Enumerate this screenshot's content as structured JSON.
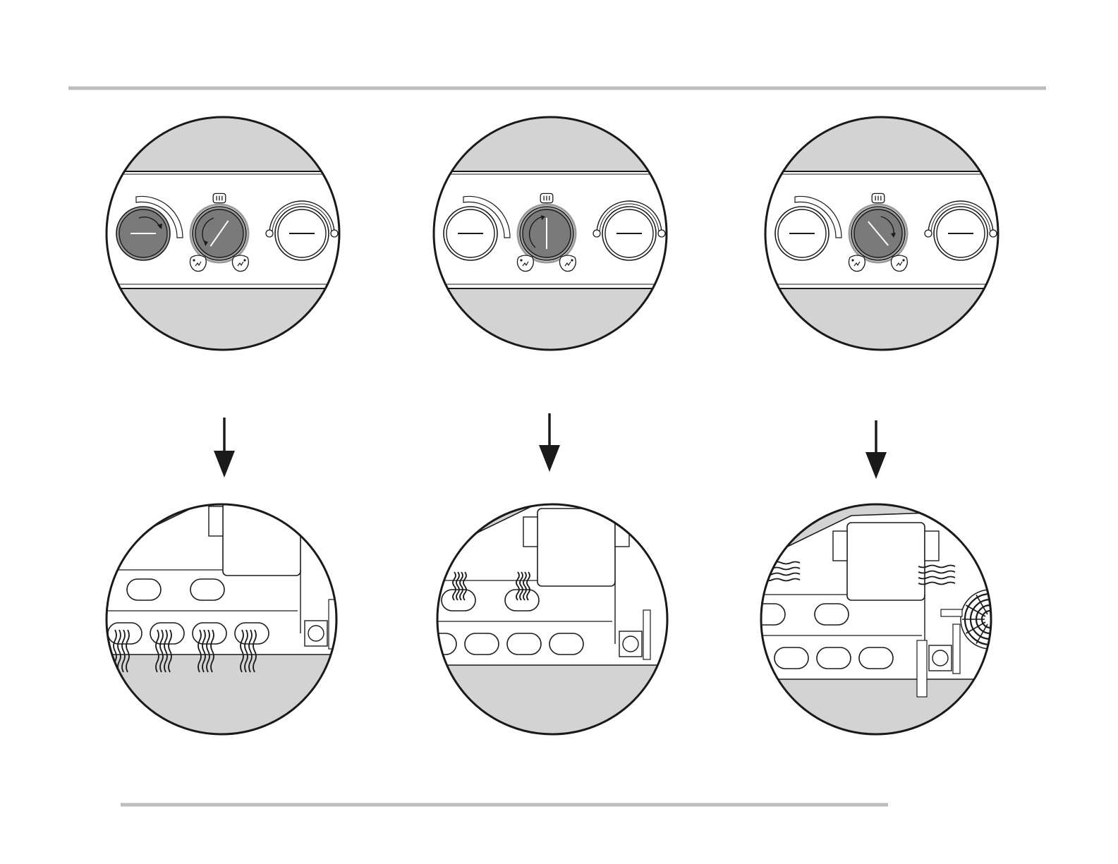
{
  "figure": {
    "panels": [
      {
        "id": "panel-1",
        "control": {
          "left_knob": "active",
          "selector": "active",
          "selector_pointer_deg": 35,
          "right_knob": "off"
        },
        "result": {
          "view": "oven-base-element-heat",
          "lower_vent_heat": 4,
          "upper_vent_heat": 0,
          "fan": false
        }
      },
      {
        "id": "panel-2",
        "control": {
          "left_knob": "off",
          "selector": "active",
          "selector_pointer_deg": 0,
          "right_knob": "off"
        },
        "result": {
          "view": "oven-top-element-heat",
          "lower_vent_heat": 0,
          "upper_vent_heat": 2,
          "fan": false
        }
      },
      {
        "id": "panel-3",
        "control": {
          "left_knob": "off",
          "selector": "active",
          "selector_pointer_deg": -40,
          "right_knob": "off"
        },
        "result": {
          "view": "oven-fan-heat",
          "lower_vent_heat": 0,
          "upper_vent_heat": 0,
          "fan": true
        }
      }
    ],
    "colors": {
      "rule": "#bdbdbd",
      "panel_gray": "#d3d3d3",
      "knob_active": "#7a7a7a",
      "line": "#1a1a1a",
      "background": "#ffffff"
    }
  }
}
